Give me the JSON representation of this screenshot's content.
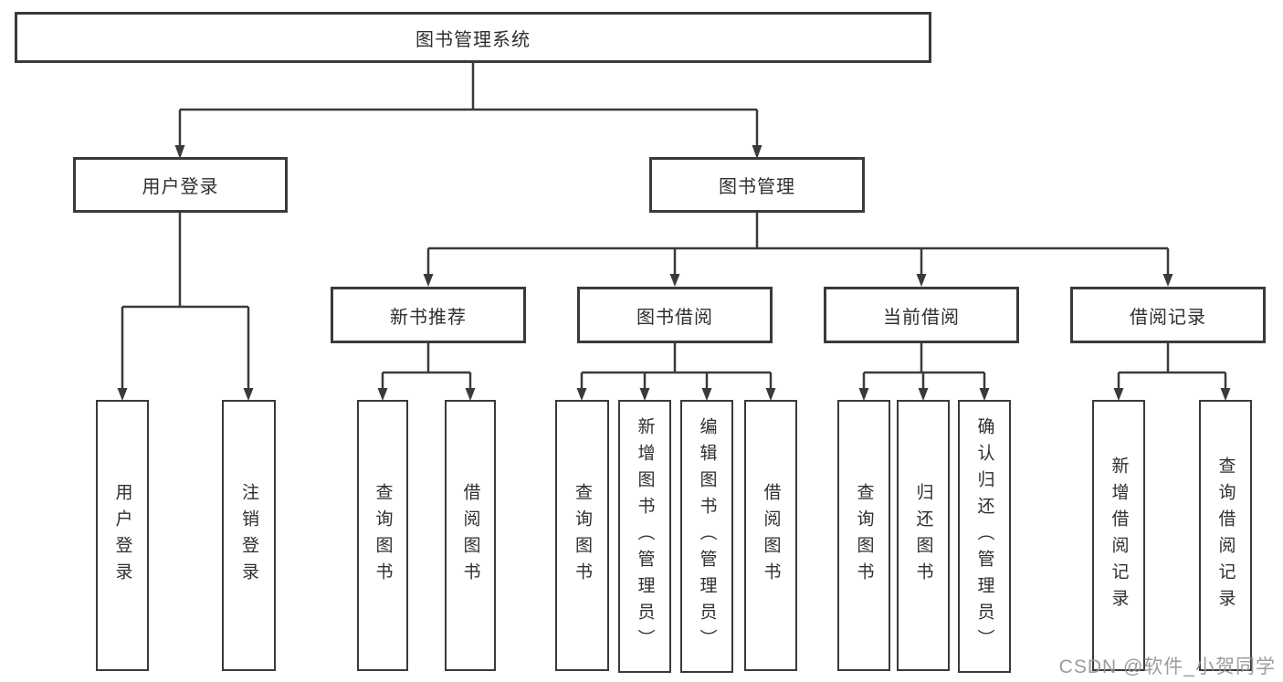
{
  "watermark": "CSDN @软件_小贺同学",
  "colors": {
    "line": "#3a3a3a",
    "text": "#2f2f2f",
    "box_fill": "#ffffff",
    "background": "#ffffff",
    "watermark": "#949494"
  },
  "tree": {
    "root": {
      "label": "图书管理系统"
    },
    "branches": [
      {
        "label": "用户登录",
        "children": [
          {
            "label": "用户登录"
          },
          {
            "label": "注销登录"
          }
        ]
      },
      {
        "label": "图书管理",
        "children": [
          {
            "label": "新书推荐",
            "children": [
              {
                "label": "查询图书"
              },
              {
                "label": "借阅图书"
              }
            ]
          },
          {
            "label": "图书借阅",
            "children": [
              {
                "label": "查询图书"
              },
              {
                "label": "新增图书（管理员）"
              },
              {
                "label": "编辑图书（管理员）"
              },
              {
                "label": "借阅图书"
              }
            ]
          },
          {
            "label": "当前借阅",
            "children": [
              {
                "label": "查询图书"
              },
              {
                "label": "归还图书"
              },
              {
                "label": "确认归还（管理员）"
              }
            ]
          },
          {
            "label": "借阅记录",
            "children": [
              {
                "label": "新增借阅记录"
              },
              {
                "label": "查询借阅记录"
              }
            ]
          }
        ]
      }
    ]
  }
}
